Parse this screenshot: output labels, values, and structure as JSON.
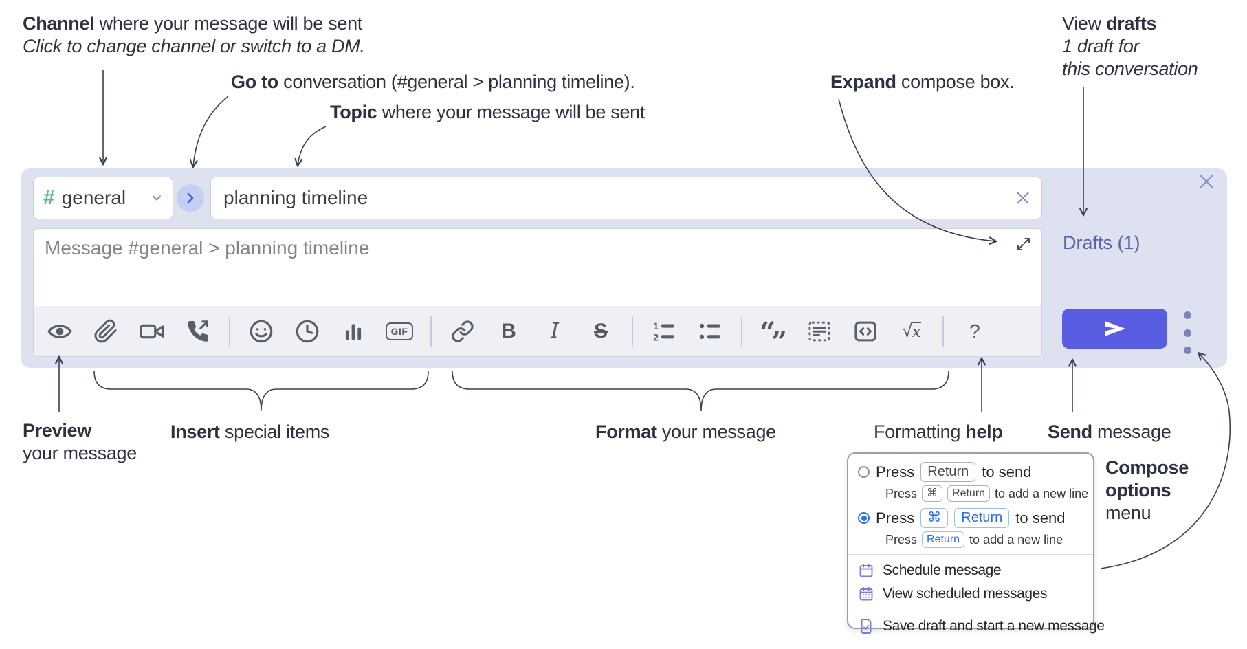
{
  "annotations": {
    "channel": {
      "bold": "Channel",
      "rest": " where your message will be sent",
      "line2": "Click to change channel or switch to a DM."
    },
    "goto": {
      "bold": "Go to",
      "rest": " conversation (#general > planning timeline)."
    },
    "topic": {
      "bold": "Topic",
      "rest": " where your message will be sent"
    },
    "expand": {
      "bold": "Expand",
      "rest": " compose box."
    },
    "drafts": {
      "pre": "View ",
      "bold": "drafts",
      "line2": "1 draft for",
      "line3": "this conversation"
    },
    "preview": {
      "bold": "Preview",
      "line2": "your message"
    },
    "insert": {
      "bold": "Insert",
      "rest": " special items"
    },
    "format": {
      "bold": "Format",
      "rest": " your message"
    },
    "help": {
      "pre": "Formatting ",
      "bold": "help"
    },
    "send": {
      "bold": "Send",
      "rest": " message"
    },
    "compose_options": {
      "bold1": "Compose",
      "bold2": "options",
      "line3": "menu"
    }
  },
  "compose_box": {
    "hash": "#",
    "channel": "general",
    "topic_value": "planning timeline",
    "message_placeholder": "Message #general > planning timeline",
    "drafts_link": "Drafts (1)",
    "gif_label": "GIF",
    "bold_label": "B",
    "italic_label": "I",
    "strike_label": "S",
    "quote_open": "“",
    "quote_close": "”",
    "sqrt_sign": "√",
    "sqrt_var": "x",
    "question_label": "?"
  },
  "menu": {
    "row1": {
      "t1": "Press",
      "key": "Return",
      "t2": "to send"
    },
    "row1_sub": {
      "t1": "Press",
      "key1": "⌘",
      "key2": "Return",
      "t2": "to add a new line"
    },
    "row2": {
      "t1": "Press",
      "key1": "⌘",
      "key2": "Return",
      "t2": "to send"
    },
    "row2_sub": {
      "t1": "Press",
      "key": "Return",
      "t2": "to add a new line"
    },
    "items": [
      "Schedule message",
      "View scheduled messages",
      "Save draft and start a new message"
    ]
  },
  "colors": {
    "panel": "#dee1f0",
    "send_button": "#5a5ce1",
    "hash_green": "#5eb98a",
    "drafts_link": "#5c62ac",
    "key_blue": "#2c6ce0",
    "menu_icon_purple": "#777de2",
    "annotation_text": "#2e3142"
  }
}
